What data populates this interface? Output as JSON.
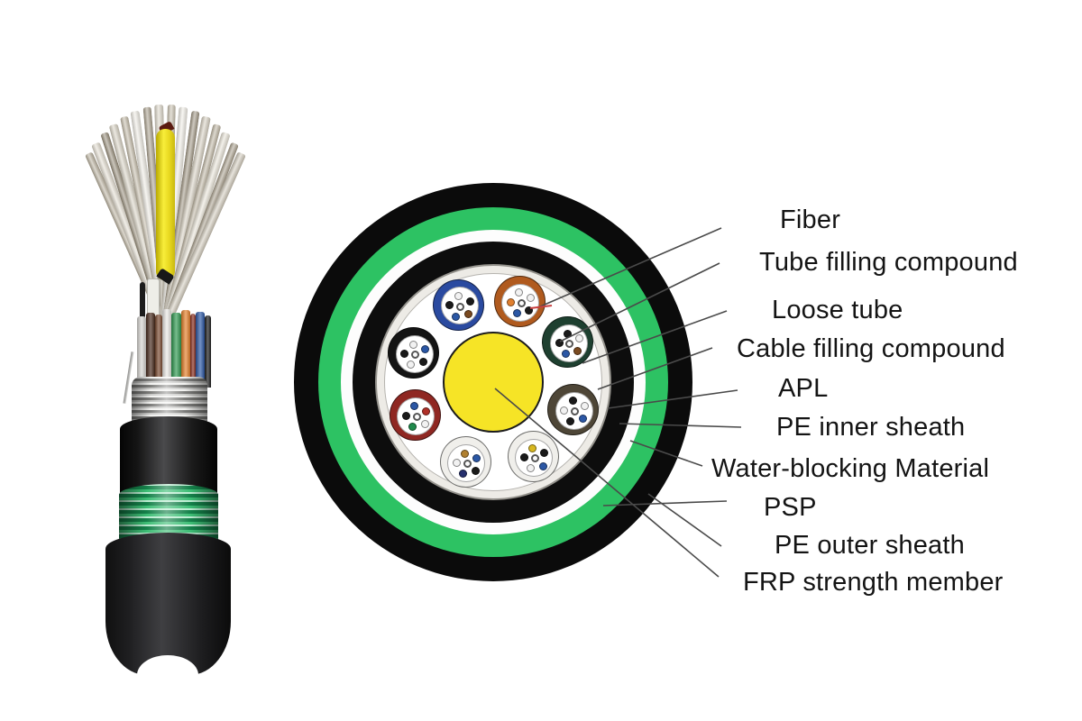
{
  "figure": {
    "title": "Stranded loose tube armored fiber optic cable construction diagram",
    "views": [
      "cable-side-view",
      "cable-cross-section",
      "part-labels"
    ]
  },
  "labels": [
    {
      "id": "fiber",
      "text": "Fiber"
    },
    {
      "id": "tube-filling-compound",
      "text": "Tube filling compound"
    },
    {
      "id": "loose-tube",
      "text": "Loose tube"
    },
    {
      "id": "cable-filling-compound",
      "text": "Cable filling compound"
    },
    {
      "id": "apl",
      "text": "APL"
    },
    {
      "id": "pe-inner-sheath",
      "text": "PE inner sheath"
    },
    {
      "id": "water-blocking-material",
      "text": "Water-blocking Material"
    },
    {
      "id": "psp",
      "text": "PSP"
    },
    {
      "id": "pe-outer-sheath",
      "text": "PE outer sheath"
    },
    {
      "id": "frp-strength-member",
      "text": "FRP strength member"
    }
  ],
  "cross_section": {
    "layers_outer_to_inner": [
      "PE outer sheath",
      "PSP",
      "Water-blocking Material",
      "PE inner sheath",
      "APL",
      "Cable filling compound",
      "Loose tubes with fibers",
      "FRP strength member"
    ],
    "colors": {
      "pe_outer_sheath": "#0b0b0b",
      "psp": "#2dc263",
      "water_blocking": "#fdfdfd",
      "pe_inner_sheath": "#0d0d0d",
      "apl": "#edebe6",
      "cable_filling": "#ffffff",
      "frp_core": "#f6e426",
      "leader_line": "#4a4a4a",
      "fiber_pointer_tick": "#c94040",
      "label_text": "#141414"
    },
    "tube_count": 8,
    "fibers_per_tube": 6,
    "tubes": [
      {
        "id": "tube-olive",
        "ring_color": "#4e4637",
        "angle_deg": 19,
        "fibers": [
          "#1a1a1a",
          "#f2f2f2",
          "#2b57a5",
          "#1a1a1a",
          "#f2f2f2"
        ]
      },
      {
        "id": "tube-white-right",
        "ring_color": "#f0efeb",
        "angle_deg": 62,
        "fibers": [
          "#d8b820",
          "#1a1a1a",
          "#2b57a5",
          "#f2f2f2",
          "#1a1a1a"
        ]
      },
      {
        "id": "tube-white-left",
        "ring_color": "#f0efeb",
        "angle_deg": 109,
        "fibers": [
          "#b08030",
          "#2b57a5",
          "#1a1a1a",
          "#26306e",
          "#f2f2f2"
        ]
      },
      {
        "id": "tube-dark-red",
        "ring_color": "#8f2722",
        "angle_deg": 157,
        "fibers": [
          "#2b57a5",
          "#b03028",
          "#f2f2f2",
          "#1f8a4c",
          "#1a1a1a"
        ]
      },
      {
        "id": "tube-black",
        "ring_color": "#141414",
        "angle_deg": 200,
        "fibers": [
          "#f2f2f2",
          "#2b57a5",
          "#1a1a1a",
          "#f2f2f2",
          "#1a1a1a"
        ]
      },
      {
        "id": "tube-blue",
        "ring_color": "#2a4aa0",
        "angle_deg": 246,
        "fibers": [
          "#f2f2f2",
          "#1a1a1a",
          "#7a4a20",
          "#2b57a5",
          "#1a1a1a"
        ]
      },
      {
        "id": "tube-orange",
        "ring_color": "#b05a1e",
        "angle_deg": 288,
        "fibers": [
          "#f2f2f2",
          "#f2f2f2",
          "#1a1a1a",
          "#2b57a5",
          "#e08030"
        ]
      },
      {
        "id": "tube-dark-green",
        "ring_color": "#1e4030",
        "angle_deg": 332,
        "fibers": [
          "#1a1a1a",
          "#f2f2f2",
          "#7a4a20",
          "#2b57a5",
          "#1a1a1a"
        ]
      }
    ]
  },
  "side_view": {
    "sections_top_to_bottom": [
      "splayed loose tubes",
      "FRP / buffer rod",
      "buffer tube bundle",
      "corrugated steel armor",
      "PE inner sheath",
      "corrugated PSP wrap",
      "PE outer sheath"
    ],
    "colors": {
      "tube_fan_beige": "#d5cebf",
      "frp_rod_yellow": "#f2e32e",
      "steel_silver": "#c9c9c7",
      "psp_green": "#3cbd74",
      "sheath_black": "#1d1d1f"
    }
  }
}
